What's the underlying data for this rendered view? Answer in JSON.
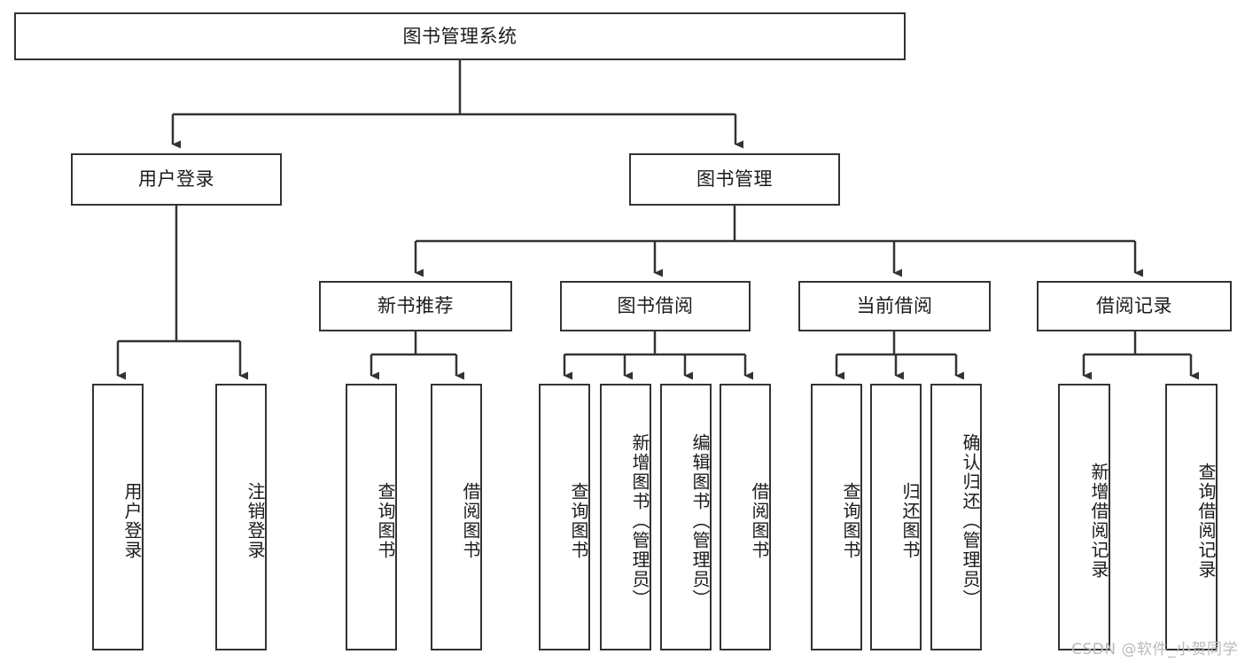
{
  "diagram": {
    "title": "图书管理系统",
    "type": "tree-hierarchy-diagram",
    "watermark": "CSDN @软件_小贺同学",
    "colors": {
      "node_border": "#333333",
      "node_fill": "#ffffff",
      "connector": "#333333",
      "text": "#1b1b1b",
      "watermark": "#b9b9b9",
      "background": "#ffffff"
    },
    "root": {
      "label": "图书管理系统"
    },
    "level2": [
      {
        "label": "用户登录"
      },
      {
        "label": "图书管理"
      }
    ],
    "level3": [
      {
        "label": "新书推荐"
      },
      {
        "label": "图书借阅"
      },
      {
        "label": "当前借阅"
      },
      {
        "label": "借阅记录"
      }
    ],
    "leaves": {
      "user_login": [
        {
          "label": "用户登录"
        },
        {
          "label": "注销登录"
        }
      ],
      "new_book_recommend": [
        {
          "label": "查询图书"
        },
        {
          "label": "借阅图书"
        }
      ],
      "book_borrow": [
        {
          "label": "查询图书"
        },
        {
          "label": "新增图书（管理员）"
        },
        {
          "label": "编辑图书（管理员）"
        },
        {
          "label": "借阅图书"
        }
      ],
      "current_borrow": [
        {
          "label": "查询图书"
        },
        {
          "label": "归还图书"
        },
        {
          "label": "确认归还（管理员）"
        }
      ],
      "borrow_record": [
        {
          "label": "新增借阅记录"
        },
        {
          "label": "查询借阅记录"
        }
      ]
    }
  }
}
